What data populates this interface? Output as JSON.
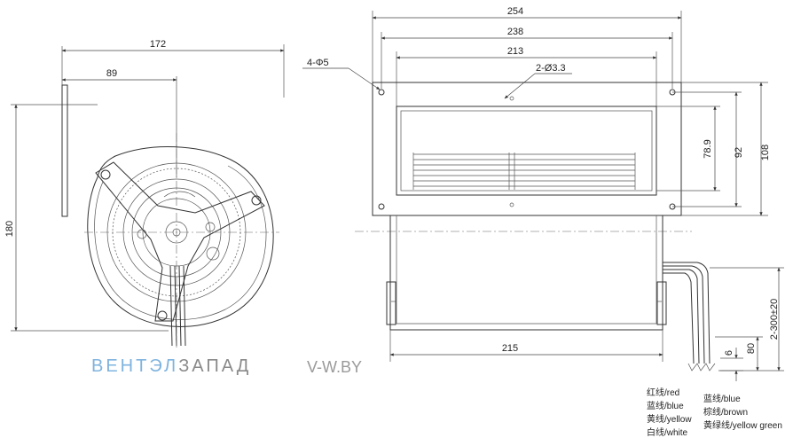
{
  "front_view": {
    "dimensions": {
      "overall_width": "172",
      "offset_width": "89",
      "height": "180"
    }
  },
  "side_view": {
    "dimensions": {
      "flange_width": "254",
      "hole_pitch": "238",
      "outlet_width": "213",
      "small_holes": "2-Ø3.3",
      "mount_holes": "4-Φ5",
      "outlet_height": "78.9",
      "hole_pitch_vertical": "92",
      "flange_height": "108",
      "body_width": "215",
      "lead_length": "2-300±20",
      "strip_length": "80",
      "tin_length": "6"
    }
  },
  "watermark": {
    "brand_part1": "ВЕНТЭЛ",
    "brand_part2": "ЗАПАД",
    "site": "V-W.BY"
  },
  "wire_legend": [
    [
      "红线/red",
      "蓝线/blue",
      "黄线/yellow",
      "白线/white"
    ],
    [
      "蓝线/blue",
      "棕线/brown",
      "黄绿线/yellow  green"
    ]
  ],
  "colors": {
    "line": "#333333",
    "brand_blue": "#7fb3de",
    "brand_grey": "#8a8a8a"
  }
}
